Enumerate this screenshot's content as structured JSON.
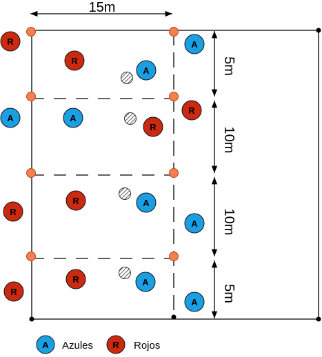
{
  "dimensions": {
    "width_label": "15m",
    "segments": [
      {
        "label": "5m"
      },
      {
        "label": "10m"
      },
      {
        "label": "10m"
      },
      {
        "label": "5m"
      }
    ]
  },
  "players": {
    "blue_letter": "A",
    "red_letter": "R"
  },
  "legend": {
    "blue_label": "Azules",
    "red_label": "Rojos"
  },
  "colors": {
    "blue": "#1b9fe3",
    "red": "#cc2a10",
    "cone": "#f4804f",
    "line": "#000000"
  }
}
